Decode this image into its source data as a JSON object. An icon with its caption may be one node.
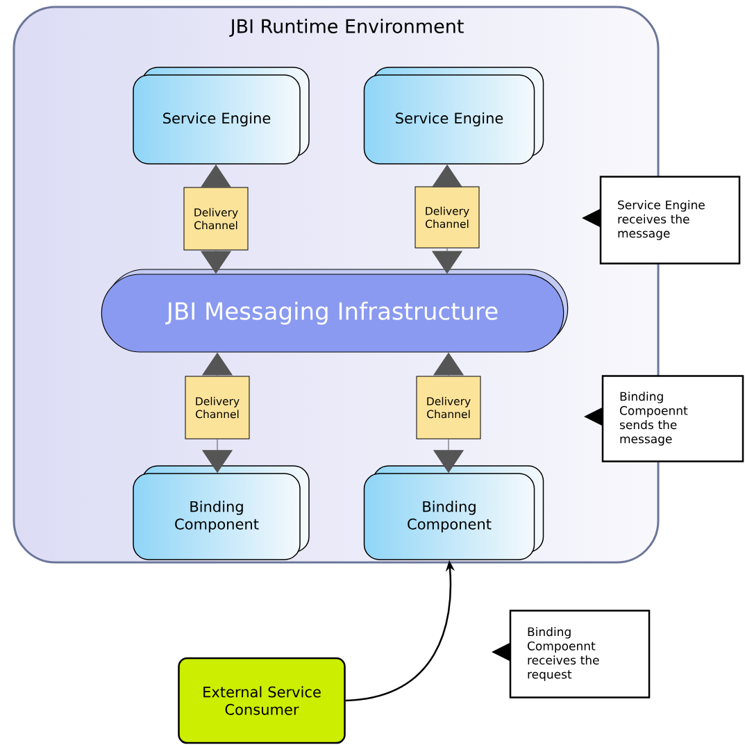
{
  "diagram": {
    "nodes": [
      {
        "text": [
          "JBI Runtime Environment"
        ]
      },
      {
        "text": [
          "Service Engine"
        ],
        "in": 0
      },
      {
        "text": [
          "Service Engine"
        ],
        "in": 0
      },
      {
        "text": [
          "Delivery Channel"
        ],
        "in": 0
      },
      {
        "text": [
          "Delivery Channel"
        ],
        "in": 0
      },
      {
        "text": [
          "JBI Messaging Infrastructure"
        ],
        "in": 0
      },
      {
        "text": [
          "Delivery Channel"
        ],
        "in": 0
      },
      {
        "text": [
          "Delivery Channel"
        ],
        "in": 0
      },
      {
        "text": [
          "Binding Component"
        ],
        "in": 0
      },
      {
        "text": [
          "Binding Component"
        ],
        "in": 0
      },
      {
        "text": [
          "Service Engine receives the message"
        ]
      },
      {
        "text": [
          "Binding Compoennt sends the message"
        ]
      },
      {
        "text": [
          "External Service Consumer"
        ]
      },
      {
        "text": [
          "Binding Compoennt receives the request"
        ]
      }
    ],
    "edges": [
      {
        "from": 3,
        "to": 1,
        "arrow": "to"
      },
      {
        "from": 3,
        "to": 5,
        "arrow": "to"
      },
      {
        "from": 4,
        "to": 2,
        "arrow": "to"
      },
      {
        "from": 4,
        "to": 5,
        "arrow": "to"
      },
      {
        "from": 6,
        "to": 5,
        "arrow": "to"
      },
      {
        "from": 6,
        "to": 8,
        "arrow": "to"
      },
      {
        "from": 7,
        "to": 5,
        "arrow": "to"
      },
      {
        "from": 7,
        "to": 9,
        "arrow": "to"
      },
      {
        "from": 12,
        "to": 9,
        "arrow": "to",
        "color": "#000000"
      }
    ]
  }
}
